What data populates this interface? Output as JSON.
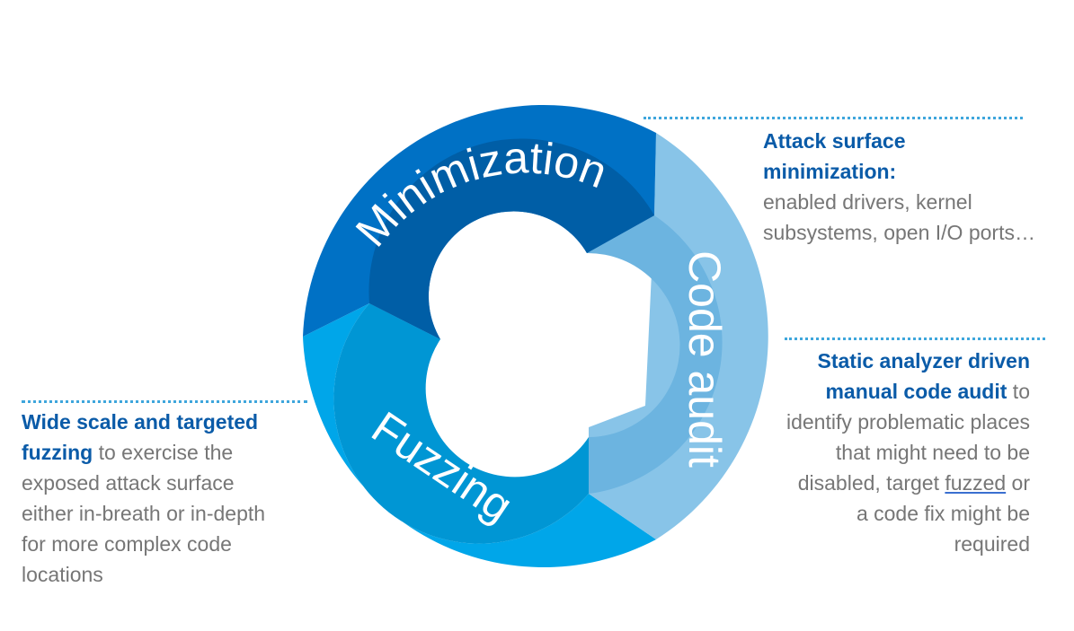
{
  "ring": {
    "segments": [
      {
        "name": "minimization",
        "label": "Minimization",
        "outer_color": "#0071c5",
        "inner_color": "#005ea6"
      },
      {
        "name": "code-audit",
        "label": "Code audit",
        "outer_color": "#88c4e8",
        "inner_color": "#6cb4e0"
      },
      {
        "name": "fuzzing",
        "label": "Fuzzing",
        "outer_color": "#00a6e9",
        "inner_color": "#0096d4"
      }
    ]
  },
  "callouts": {
    "attack": {
      "heading": "Attack surface minimization:",
      "body": "enabled drivers, kernel subsystems, open I/O ports…"
    },
    "audit": {
      "heading": "Static analyzer driven manual code audit",
      "body_before": " to identify problematic places that might need to be disabled, target ",
      "body_underlined": "fuzzed",
      "body_after": " or a code fix might be required"
    },
    "fuzz": {
      "heading": "Wide scale and targeted fuzzing",
      "body": " to exercise the exposed attack surface either in-breath or in-depth for more complex code locations"
    }
  },
  "colors": {
    "heading_blue": "#0a5ba8",
    "body_gray": "#767676",
    "dotted_line": "#3ea6dc"
  }
}
